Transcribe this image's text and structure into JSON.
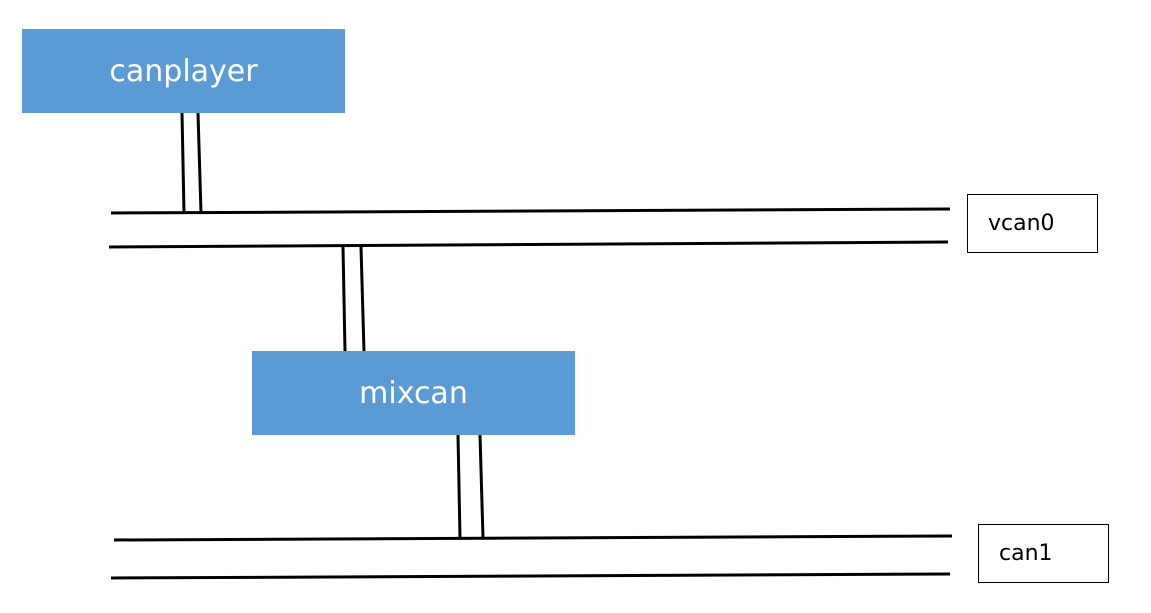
{
  "nodes": {
    "canplayer": {
      "label": "canplayer"
    },
    "mixcan": {
      "label": "mixcan"
    }
  },
  "buses": {
    "vcan0": {
      "label": "vcan0"
    },
    "can1": {
      "label": "can1"
    }
  },
  "colors": {
    "node_fill": "#5b9bd5",
    "node_text": "#ffffff",
    "line": "#000000",
    "background": "#ffffff"
  }
}
